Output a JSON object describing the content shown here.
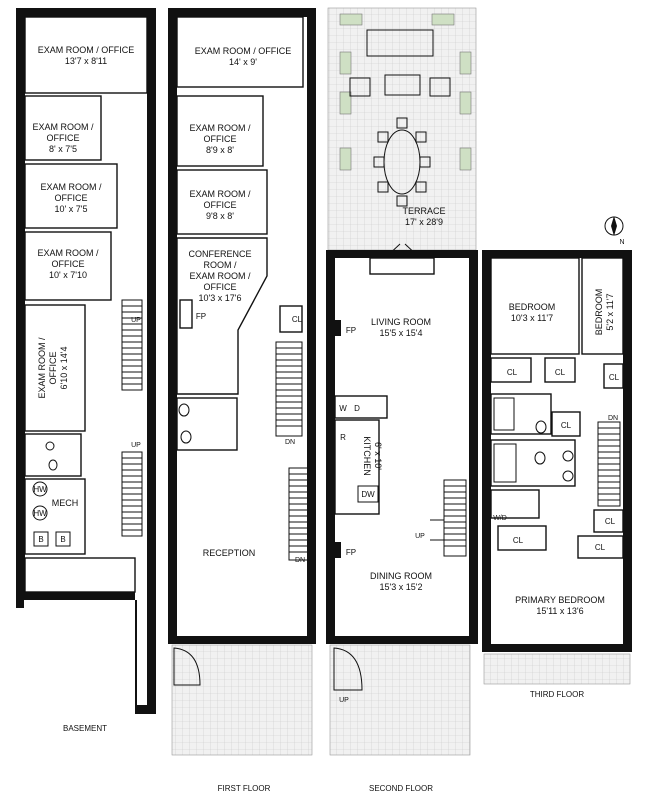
{
  "basement": {
    "title": "BASEMENT",
    "rooms": {
      "exam1": {
        "l1": "EXAM ROOM / OFFICE",
        "dim": "13'7 x 8'11"
      },
      "exam2": {
        "l1": "EXAM ROOM /",
        "l2": "OFFICE",
        "dim": "8' x 7'5"
      },
      "exam3": {
        "l1": "EXAM ROOM /",
        "l2": "OFFICE",
        "dim": "10' x 7'5"
      },
      "exam4": {
        "l1": "EXAM ROOM /",
        "l2": "OFFICE",
        "dim": "10' x 7'10"
      },
      "exam5": {
        "l1": "EXAM ROOM /",
        "l2": "OFFICE",
        "dim": "6'10 x 14'4"
      },
      "mech": "MECH",
      "hw1": "HW",
      "hw2": "HW",
      "b1": "B",
      "b2": "B",
      "up1": "UP",
      "up2": "UP"
    }
  },
  "first_floor": {
    "title": "FIRST FLOOR",
    "rooms": {
      "exam1": {
        "l1": "EXAM ROOM / OFFICE",
        "dim": "14' x 9'"
      },
      "exam2": {
        "l1": "EXAM ROOM /",
        "l2": "OFFICE",
        "dim": "8'9 x 8'"
      },
      "exam3": {
        "l1": "EXAM ROOM /",
        "l2": "OFFICE",
        "dim": "9'8 x 8'"
      },
      "conf": {
        "l1": "CONFERENCE",
        "l2": "ROOM /",
        "l3": "EXAM ROOM /",
        "l4": "OFFICE",
        "dim": "10'3 x 17'6"
      },
      "fp": "FP",
      "cl": "CL",
      "dn1": "DN",
      "dn2": "DN",
      "reception": "RECEPTION"
    }
  },
  "second_floor": {
    "title": "SECOND FLOOR",
    "rooms": {
      "terrace": {
        "name": "TERRACE",
        "dim": "17' x 28'9"
      },
      "living": {
        "name": "LIVING ROOM",
        "dim": "15'5 x 15'4"
      },
      "fp1": "FP",
      "fp2": "FP",
      "w": "W",
      "d": "D",
      "r": "R",
      "kitchen": {
        "name": "KITCHEN",
        "dim": "6' x 10'"
      },
      "dw": "DW",
      "up1": "UP",
      "up2": "UP",
      "dining": {
        "name": "DINING ROOM",
        "dim": "15'3 x 15'2"
      }
    }
  },
  "third_floor": {
    "title": "THIRD FLOOR",
    "rooms": {
      "bed1": {
        "name": "BEDROOM",
        "dim": "10'3 x 11'7"
      },
      "bed2": {
        "name": "BEDROOM",
        "dim": "5'2 x 11'7"
      },
      "cl1": "CL",
      "cl2": "CL",
      "cl3": "CL",
      "cl4": "CL",
      "cl5": "CL",
      "cl6": "CL",
      "cl7": "CL",
      "wd": "W/D",
      "dn": "DN",
      "primary": {
        "name": "PRIMARY BEDROOM",
        "dim": "15'11 x 13'6"
      }
    }
  },
  "compass": {
    "label": "N"
  }
}
